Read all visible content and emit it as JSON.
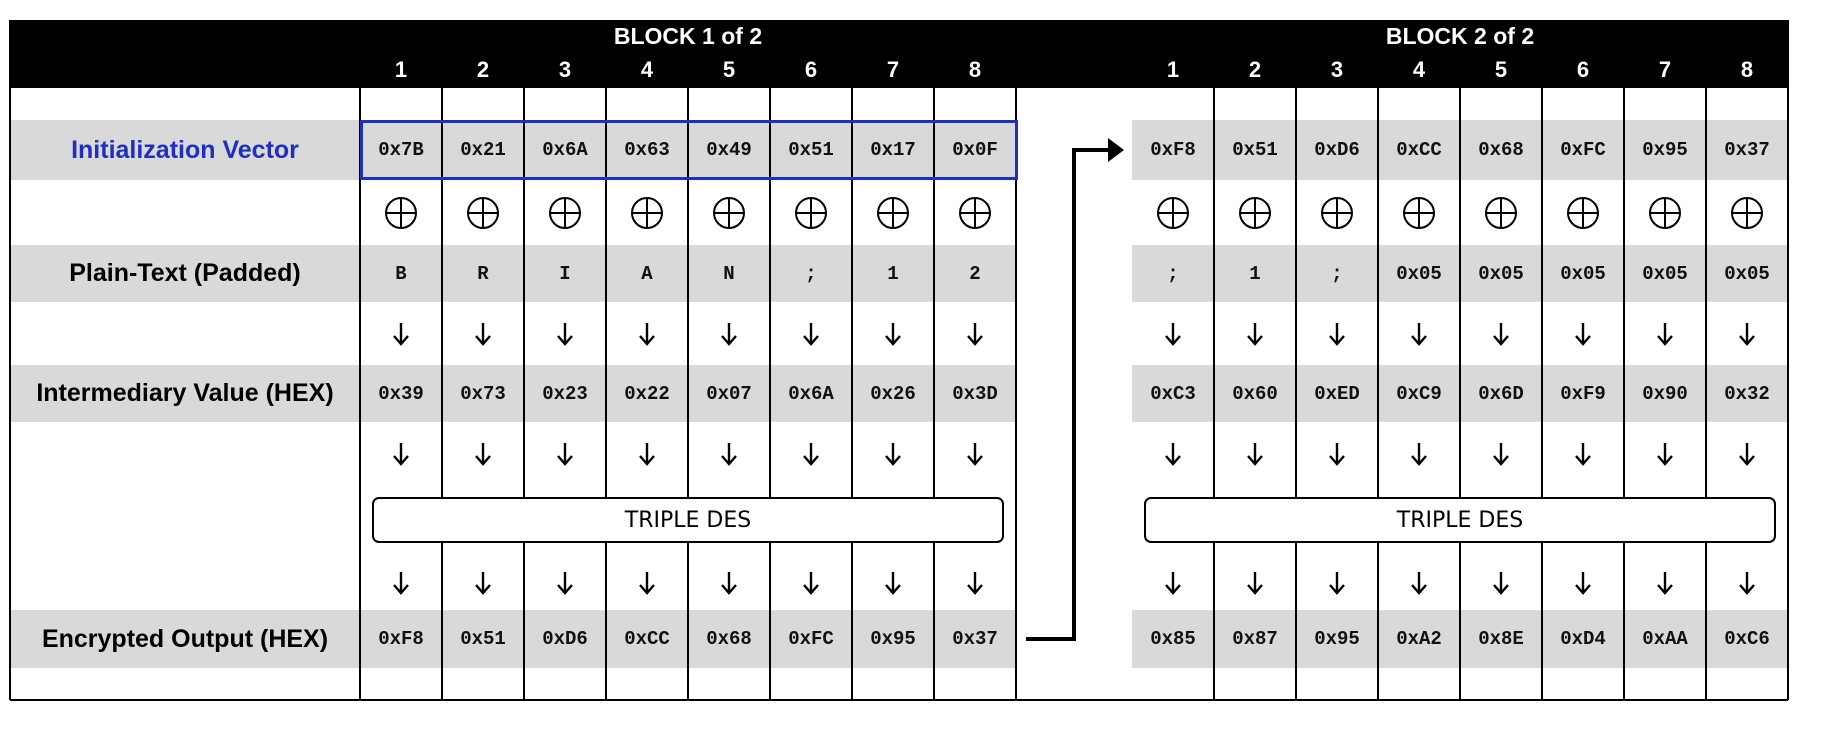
{
  "blocks": [
    {
      "title": "BLOCK 1 of 2",
      "columns": [
        "1",
        "2",
        "3",
        "4",
        "5",
        "6",
        "7",
        "8"
      ],
      "iv": [
        "0x7B",
        "0x21",
        "0x6A",
        "0x63",
        "0x49",
        "0x51",
        "0x17",
        "0x0F"
      ],
      "xor_symbol": "⊕",
      "plaintext": [
        "B",
        "R",
        "I",
        "A",
        "N",
        ";",
        "1",
        "2"
      ],
      "down_arrow": "↓",
      "intermediary": [
        "0x39",
        "0x73",
        "0x23",
        "0x22",
        "0x07",
        "0x6A",
        "0x26",
        "0x3D"
      ],
      "cipher_label": "TRIPLE DES",
      "output": [
        "0xF8",
        "0x51",
        "0xD6",
        "0xCC",
        "0x68",
        "0xFC",
        "0x95",
        "0x37"
      ]
    },
    {
      "title": "BLOCK 2 of 2",
      "columns": [
        "1",
        "2",
        "3",
        "4",
        "5",
        "6",
        "7",
        "8"
      ],
      "iv": [
        "0xF8",
        "0x51",
        "0xD6",
        "0xCC",
        "0x68",
        "0xFC",
        "0x95",
        "0x37"
      ],
      "xor_symbol": "⊕",
      "plaintext": [
        ";",
        "1",
        ";",
        "0x05",
        "0x05",
        "0x05",
        "0x05",
        "0x05"
      ],
      "down_arrow": "↓",
      "intermediary": [
        "0xC3",
        "0x60",
        "0xED",
        "0xC9",
        "0x6D",
        "0xF9",
        "0x90",
        "0x32"
      ],
      "cipher_label": "TRIPLE DES",
      "output": [
        "0x85",
        "0x87",
        "0x95",
        "0xA2",
        "0x8E",
        "0xD4",
        "0xAA",
        "0xC6"
      ]
    }
  ],
  "row_labels": {
    "iv": "Initialization Vector",
    "plaintext": "Plain-Text (Padded)",
    "intermediary": "Intermediary Value (HEX)",
    "output": "Encrypted Output (HEX)"
  },
  "colors": {
    "header_bg": "#000000",
    "band_bg": "#d9d9d9",
    "iv_accent": "#1f2fbf"
  }
}
